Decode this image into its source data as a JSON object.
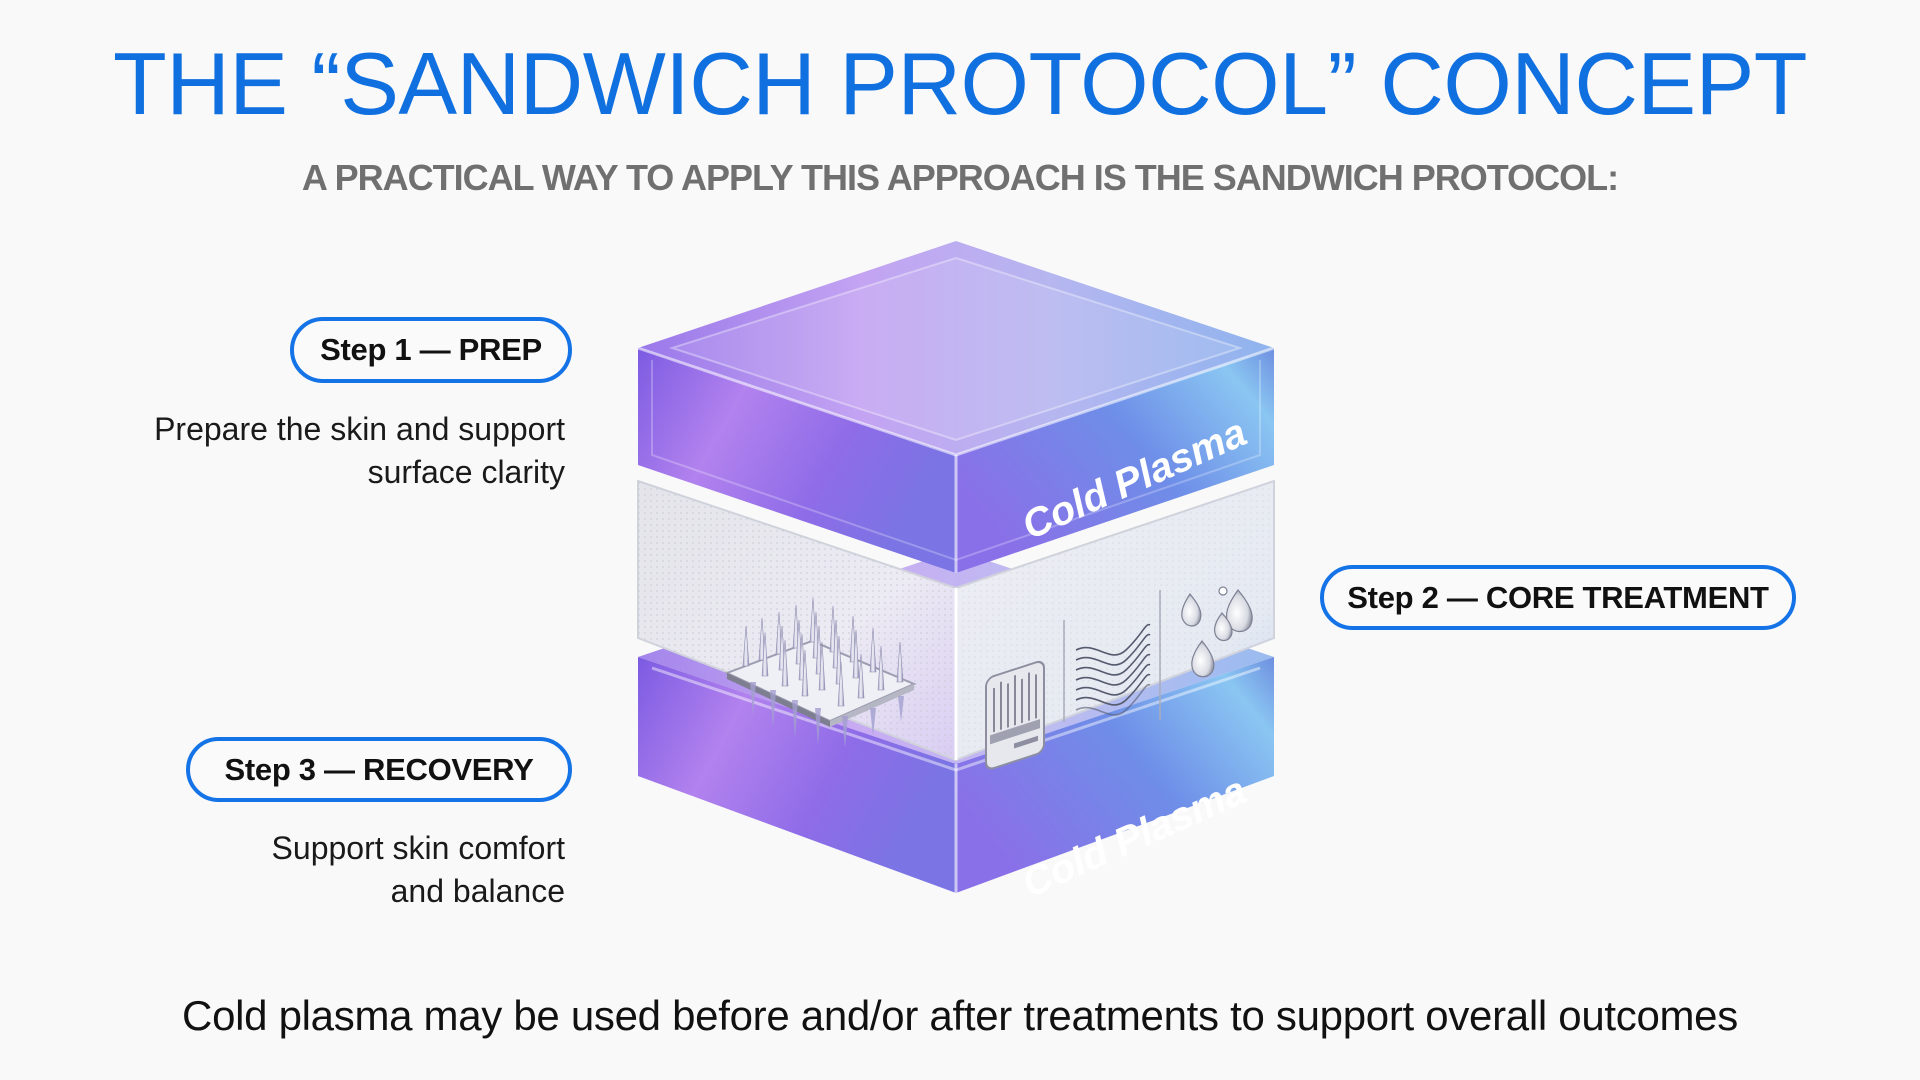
{
  "header": {
    "title": "THE “SANDWICH PROTOCOL” CONCEPT",
    "subtitle": "A PRACTICAL WAY TO APPLY THIS APPROACH IS THE SANDWICH PROTOCOL:"
  },
  "steps": [
    {
      "label": "Step 1 — PREP",
      "description": [
        "Prepare the skin and support",
        "surface clarity"
      ]
    },
    {
      "label": "Step 2 — CORE TREATMENT"
    },
    {
      "label": "Step 3 — RECOVERY",
      "description": [
        "Support skin comfort",
        "and balance"
      ]
    }
  ],
  "diagram": {
    "top_layer_label": "Cold Plasma",
    "bottom_layer_label": "Cold Plasma",
    "middle_layer_icons": [
      "microneedle-plate-icon",
      "needle-cartridge-icon",
      "wave-energy-icon",
      "water-droplets-icon"
    ]
  },
  "footer": {
    "text": "Cold plasma may be used before and/or after treatments to support overall outcomes"
  },
  "colors": {
    "accent": "#1170e0",
    "pill_border": "#1473e6",
    "subtitle": "#707070",
    "plasma_purple": "#8a63e6",
    "plasma_blue": "#6f97ea",
    "background": "#f9f9f9"
  }
}
